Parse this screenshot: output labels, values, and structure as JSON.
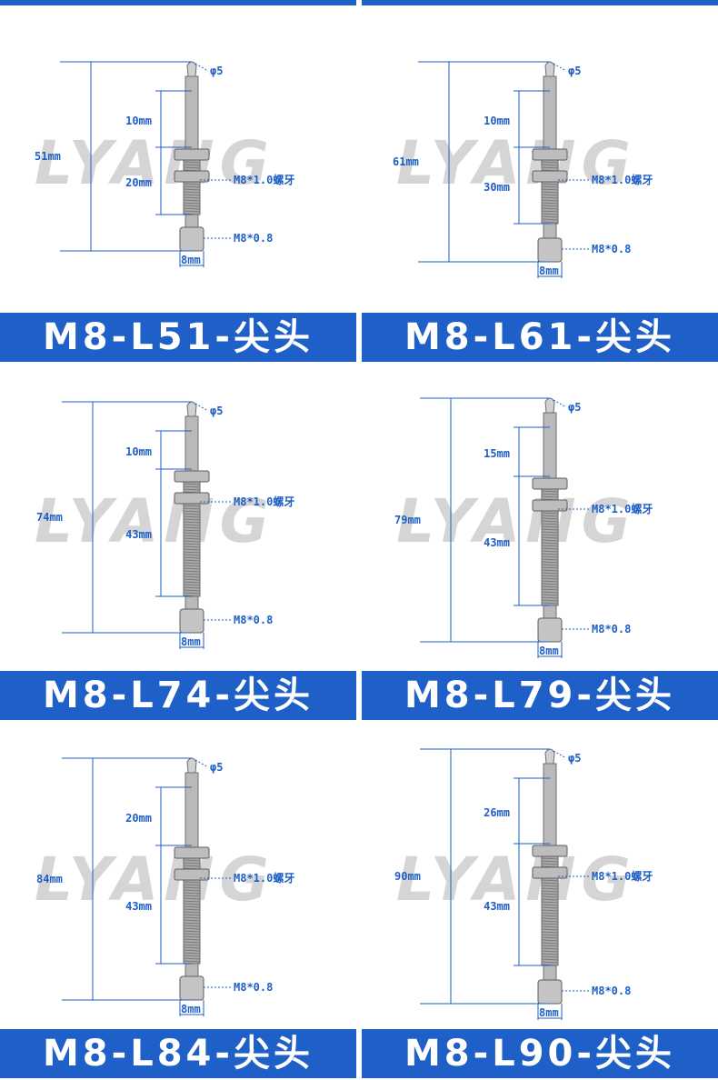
{
  "watermark": "LYANG",
  "colors": {
    "accent": "#1e5fc8",
    "banner_text": "#ffffff",
    "watermark": "#c8c8c8",
    "metal": "#b9b9b9"
  },
  "products": [
    {
      "title": "M8-L51-尖头",
      "total": "51mm",
      "tip": "φ5",
      "top_len": "10mm",
      "thread_len": "20mm",
      "thread_spec": "M8*1.0螺牙",
      "base_spec": "M8*0.8",
      "base_width": "8mm"
    },
    {
      "title": "M8-L61-尖头",
      "total": "61mm",
      "tip": "φ5",
      "top_len": "10mm",
      "thread_len": "30mm",
      "thread_spec": "M8*1.0螺牙",
      "base_spec": "M8*0.8",
      "base_width": "8mm"
    },
    {
      "title": "M8-L74-尖头",
      "total": "74mm",
      "tip": "φ5",
      "top_len": "10mm",
      "thread_len": "43mm",
      "thread_spec": "M8*1.0螺牙",
      "base_spec": "M8*0.8",
      "base_width": "8mm"
    },
    {
      "title": "M8-L79-尖头",
      "total": "79mm",
      "tip": "φ5",
      "top_len": "15mm",
      "thread_len": "43mm",
      "thread_spec": "M8*1.0螺牙",
      "base_spec": "M8*0.8",
      "base_width": "8mm"
    },
    {
      "title": "M8-L84-尖头",
      "total": "84mm",
      "tip": "φ5",
      "top_len": "20mm",
      "thread_len": "43mm",
      "thread_spec": "M8*1.0螺牙",
      "base_spec": "M8*0.8",
      "base_width": "8mm"
    },
    {
      "title": "M8-L90-尖头",
      "total": "90mm",
      "tip": "φ5",
      "top_len": "26mm",
      "thread_len": "43mm",
      "thread_spec": "M8*1.0螺牙",
      "base_spec": "M8*0.8",
      "base_width": "8mm"
    }
  ]
}
